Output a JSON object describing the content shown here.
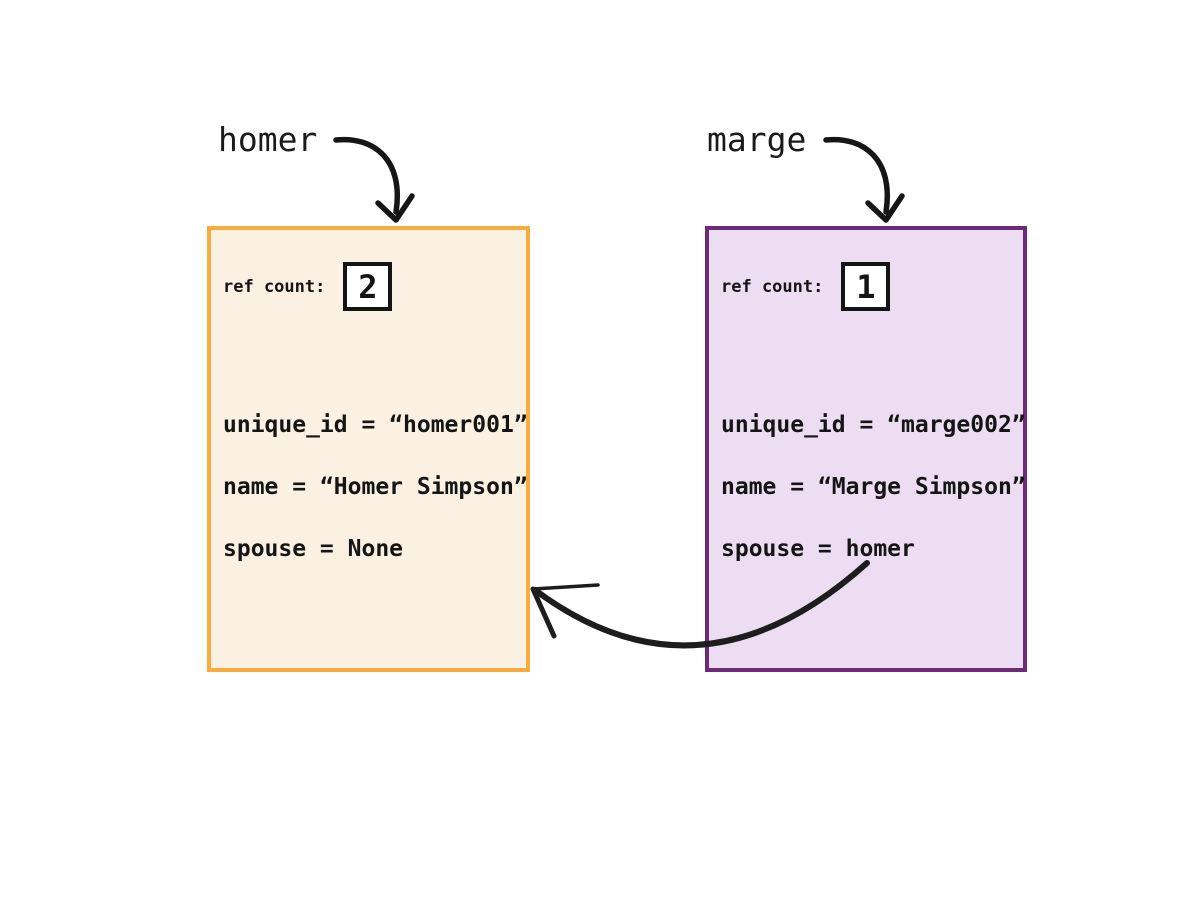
{
  "canvas": {
    "background": "#ffffff",
    "ink": "#1a1a1a"
  },
  "objects": [
    {
      "id": "homer",
      "variable_label": "homer",
      "ref_count_label": "ref count:",
      "ref_count_value": "2",
      "attributes": [
        "unique_id = “homer001”",
        "name = “Homer Simpson”",
        "spouse = None"
      ],
      "colors": {
        "border": "#F8AC3E",
        "background": "#FAF1E2"
      }
    },
    {
      "id": "marge",
      "variable_label": "marge",
      "ref_count_label": "ref count:",
      "ref_count_value": "1",
      "attributes": [
        "unique_id = “marge002”",
        "name = “Marge Simpson”",
        "spouse = homer"
      ],
      "colors": {
        "border": "#6C2A78",
        "background": "#EDDDF2"
      }
    }
  ],
  "arrows": [
    {
      "name": "homer-variable-pointer-arrow",
      "color": "#161616"
    },
    {
      "name": "marge-variable-pointer-arrow",
      "color": "#161616"
    },
    {
      "name": "spouse-reference-arrow",
      "color": "#1d1d1d"
    }
  ]
}
